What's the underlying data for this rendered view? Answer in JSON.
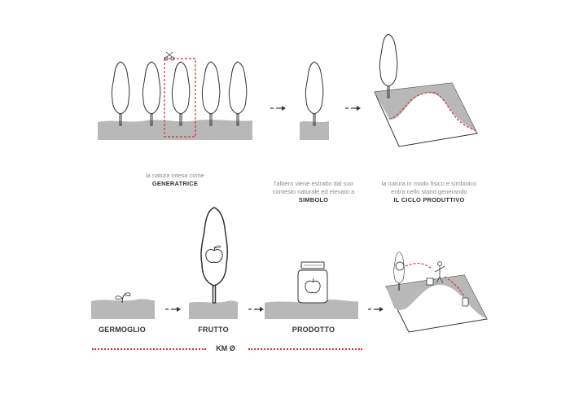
{
  "captions": [
    {
      "text": "la natura intesa come",
      "bold": "GENERATRICE"
    },
    {
      "text": "l'albero viene estratto dal suo\ncontesto naturale ed elevato a",
      "bold": "SIMBOLO"
    },
    {
      "text": "la natura in modo fisico e simbolico\nentra nello stand generando",
      "bold": "IL CICLO PRODUTTIVO"
    }
  ],
  "stages": [
    "GERMOGLIO",
    "FRUTTO",
    "PRODOTTO"
  ],
  "km_label": "KM Ø",
  "colors": {
    "ground": "#b8b8b8",
    "accent": "#d9313b",
    "line": "#333333"
  }
}
